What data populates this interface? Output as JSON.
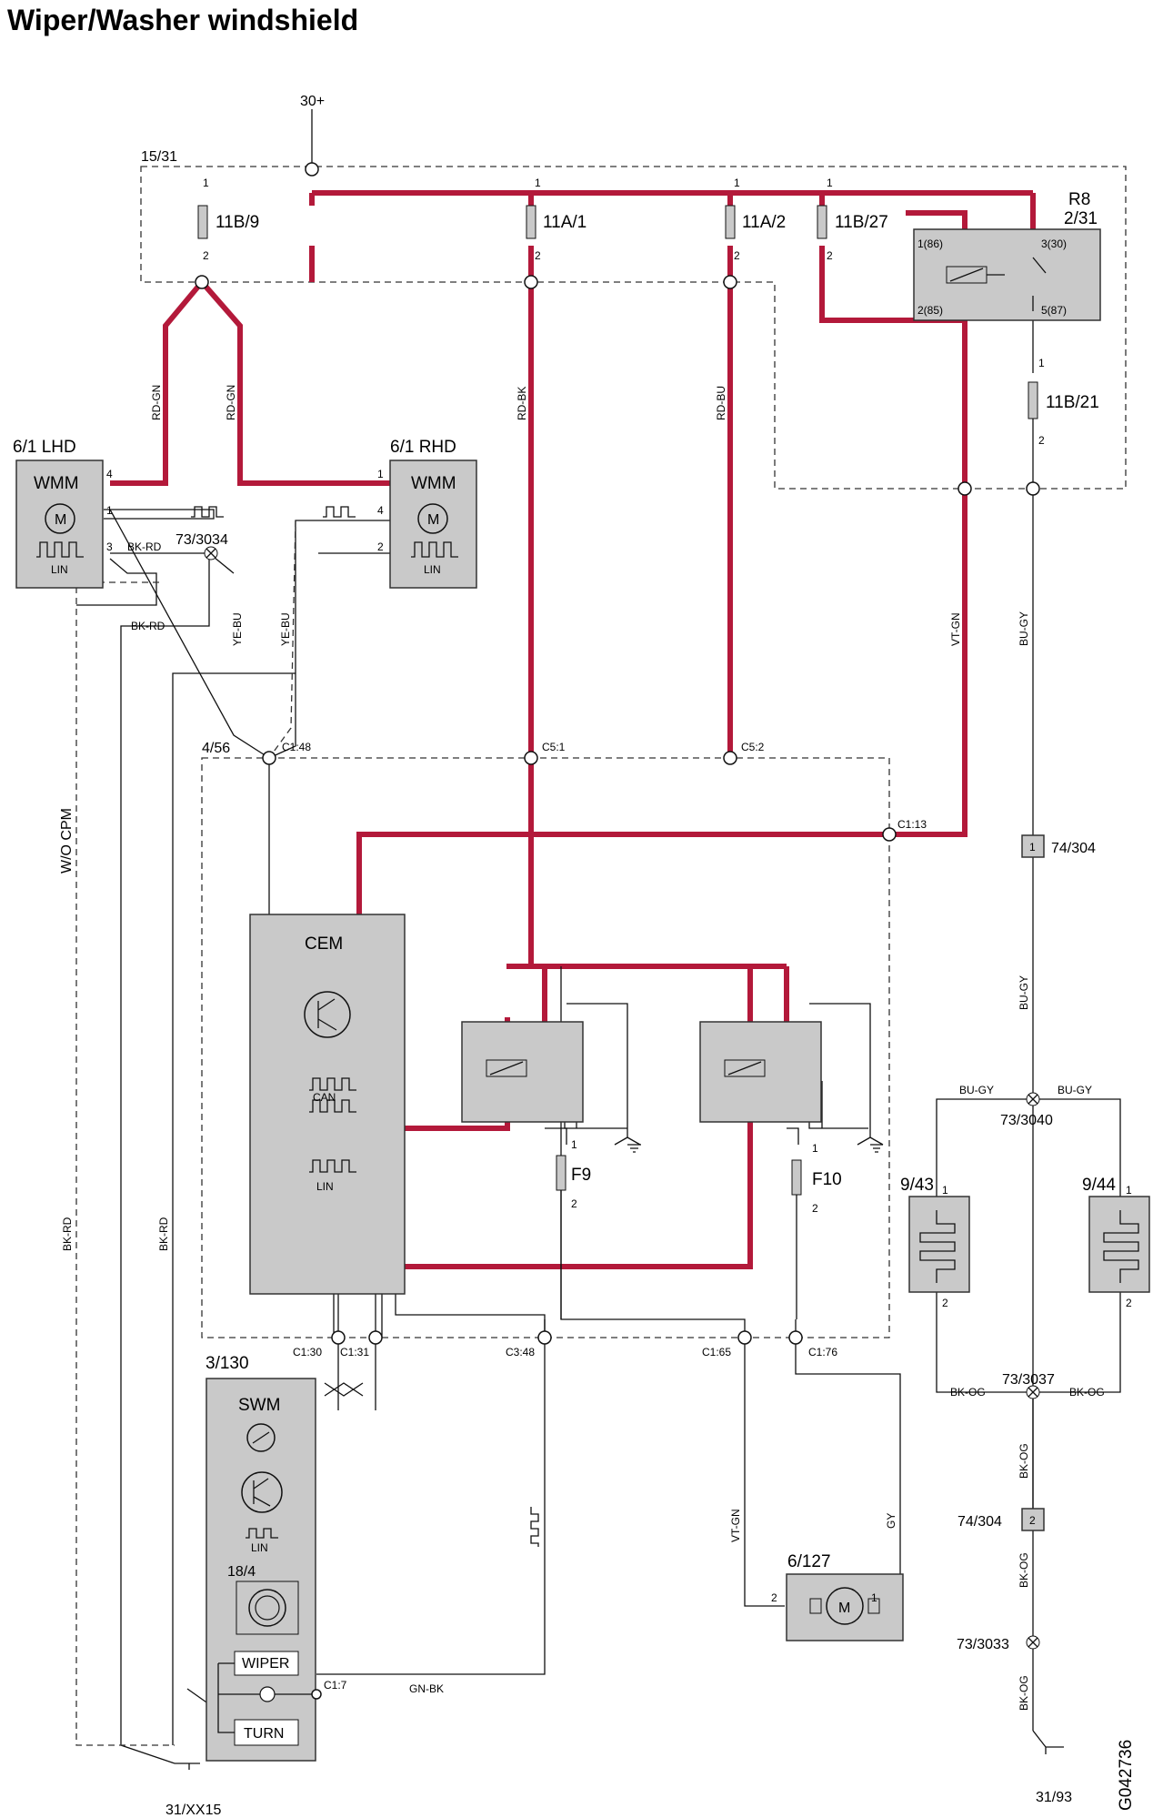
{
  "title": "Wiper/Washer windshield",
  "diagram_id": "G042736",
  "supply": {
    "feed": "30+",
    "fusebox": "15/31",
    "relay": "R8",
    "relay_sub": "2/31"
  },
  "fuses": {
    "f1": "11B/9",
    "f2": "11A/1",
    "f3": "11A/2",
    "f4": "11B/27",
    "f5": "11B/21",
    "f9": "F9",
    "f10": "F10"
  },
  "relay_pins": {
    "p1": "1(86)",
    "p2": "2(85)",
    "p3": "3(30)",
    "p5": "5(87)"
  },
  "components": {
    "lhd": "6/1 LHD",
    "rhd": "6/1 RHD",
    "wmm": "WMM",
    "lin": "LIN",
    "m": "M",
    "cem_ref": "4/56",
    "cem": "CEM",
    "can": "CAN",
    "swm_ref": "3/130",
    "swm": "SWM",
    "sw": "18/4",
    "wiper": "WIPER",
    "turn": "TURN",
    "pump": "6/127",
    "heater_l": "9/43",
    "heater_r": "9/44"
  },
  "connectors": {
    "c148": "C1:48",
    "c51": "C5:1",
    "c52": "C5:2",
    "c113": "C1:13",
    "c130": "C1:30",
    "c131": "C1:31",
    "c348": "C3:48",
    "c165": "C1:65",
    "c176": "C1:76",
    "c17": "C1:7",
    "j1": "73/3034",
    "j2": "73/3040",
    "j3": "73/3037",
    "j4": "73/3033",
    "con1": "74/304",
    "con2": "74/304",
    "ground1": "31/XX15",
    "ground2": "31/93"
  },
  "wires": {
    "rdgn": "RD-GN",
    "rdbk": "RD-BK",
    "rdbu": "RD-BU",
    "vtgn": "VT-GN",
    "bugy": "BU-GY",
    "bkrd": "BK-RD",
    "yebu": "YE-BU",
    "wocpm": "W/O CPM",
    "gnbk": "GN-BK",
    "gy": "GY",
    "bkog": "BK-OG"
  },
  "pins": {
    "n1": "1",
    "n2": "2",
    "n3": "3",
    "n4": "4"
  }
}
